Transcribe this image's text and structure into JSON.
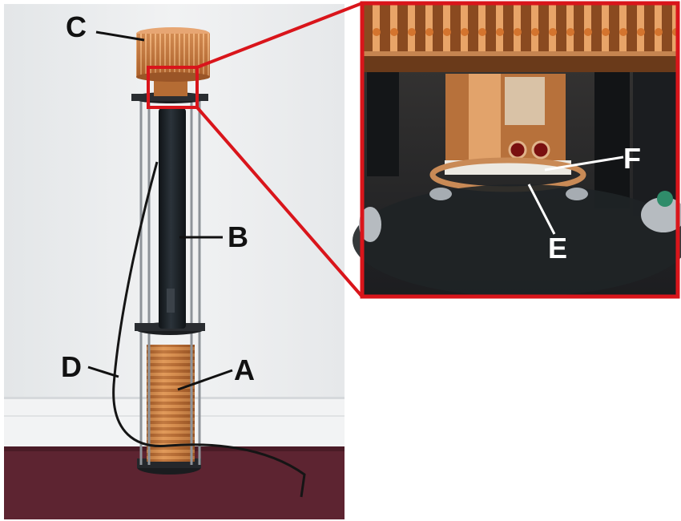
{
  "labels": {
    "A": "A",
    "B": "B",
    "C": "C",
    "D": "D",
    "E": "E",
    "F": "F"
  },
  "colors": {
    "wall": "#eef0f1",
    "skirting": "#f3f4f4",
    "carpet": "#5d2431",
    "copper": "#c47a3f",
    "dark_tube": "#1b2126",
    "rod": "#8e9399",
    "highlight_box": "#d9151b",
    "inset_background": "#2a2c2f"
  },
  "icons": {
    "main_photo": "cryostat-apparatus-photo",
    "inset_photo": "copper-stage-closeup-photo"
  }
}
